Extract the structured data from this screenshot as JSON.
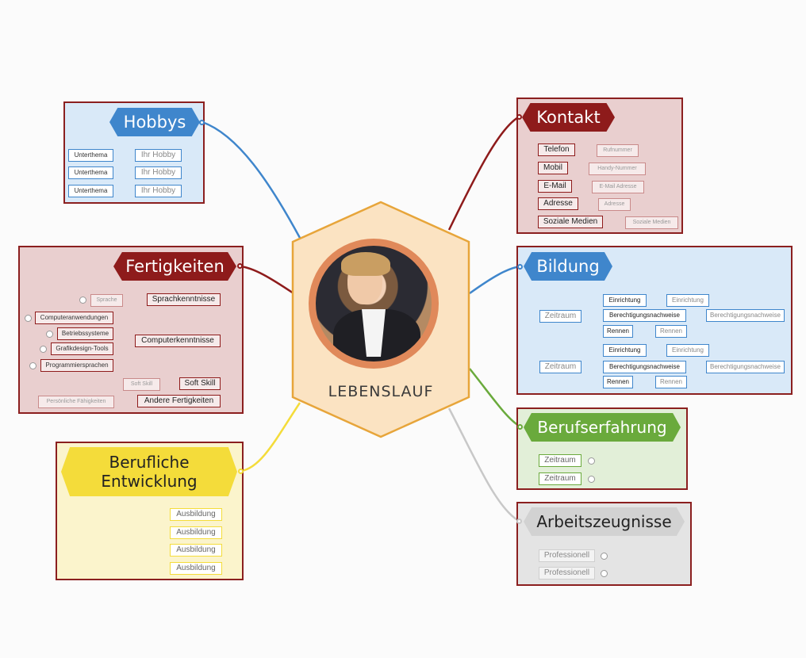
{
  "center": {
    "title": "LEBENSLAUF"
  },
  "hobbys": {
    "title": "Hobbys",
    "items": [
      {
        "label": "Ihr Hobby",
        "sub": "Unterthema"
      },
      {
        "label": "Ihr Hobby",
        "sub": "Unterthema"
      },
      {
        "label": "Ihr Hobby",
        "sub": "Unterthema"
      }
    ]
  },
  "kontakt": {
    "title": "Kontakt",
    "items": [
      {
        "label": "Telefon",
        "value": "Rufnummer"
      },
      {
        "label": "Mobil",
        "value": "Handy-Nummer"
      },
      {
        "label": "E-Mail",
        "value": "E-Mail Adresse"
      },
      {
        "label": "Adresse",
        "value": "Adresse"
      },
      {
        "label": "Soziale Medien",
        "value": "Soziale Medien"
      }
    ]
  },
  "fertigkeiten": {
    "title": "Fertigkeiten",
    "sprach": {
      "label": "Sprachkenntnisse",
      "sub": "Sprache"
    },
    "computer": {
      "label": "Computerkenntnisse",
      "subs": [
        "Computeranwendungen",
        "Betriebssysteme",
        "Grafikdesign-Tools",
        "Programmiersprachen"
      ]
    },
    "soft": {
      "label": "Soft Skill",
      "sub": "Soft Skill"
    },
    "andere": {
      "label": "Andere Fertigkeiten",
      "sub": "Persönliche Fähigkeiten"
    }
  },
  "bildung": {
    "title": "Bildung",
    "periods": [
      {
        "label": "Zeitraum",
        "rows": [
          {
            "label": "Einrichtung",
            "value": "Einrichtung"
          },
          {
            "label": "Berechtigungsnachweise",
            "value": "Berechtigungsnachweise"
          },
          {
            "label": "Rennen",
            "value": "Rennen"
          }
        ]
      },
      {
        "label": "Zeitraum",
        "rows": [
          {
            "label": "Einrichtung",
            "value": "Einrichtung"
          },
          {
            "label": "Berechtigungsnachweise",
            "value": "Berechtigungsnachweise"
          },
          {
            "label": "Rennen",
            "value": "Rennen"
          }
        ]
      }
    ]
  },
  "berufserfahrung": {
    "title": "Berufserfahrung",
    "items": [
      "Zeitraum",
      "Zeitraum"
    ]
  },
  "entwicklung": {
    "title": "Berufliche Entwicklung",
    "items": [
      "Ausbildung",
      "Ausbildung",
      "Ausbildung",
      "Ausbildung"
    ]
  },
  "zeugnisse": {
    "title": "Arbeitszeugnisse",
    "items": [
      "Professionell",
      "Professionell"
    ]
  },
  "colors": {
    "blue": "#3f86cc",
    "darkred": "#8e1b1b",
    "green": "#6aaa3c",
    "yellow": "#f4dc3a",
    "gray": "#bdbdbd",
    "orange": "#e7a53a",
    "peach": "#fbe3c2"
  }
}
